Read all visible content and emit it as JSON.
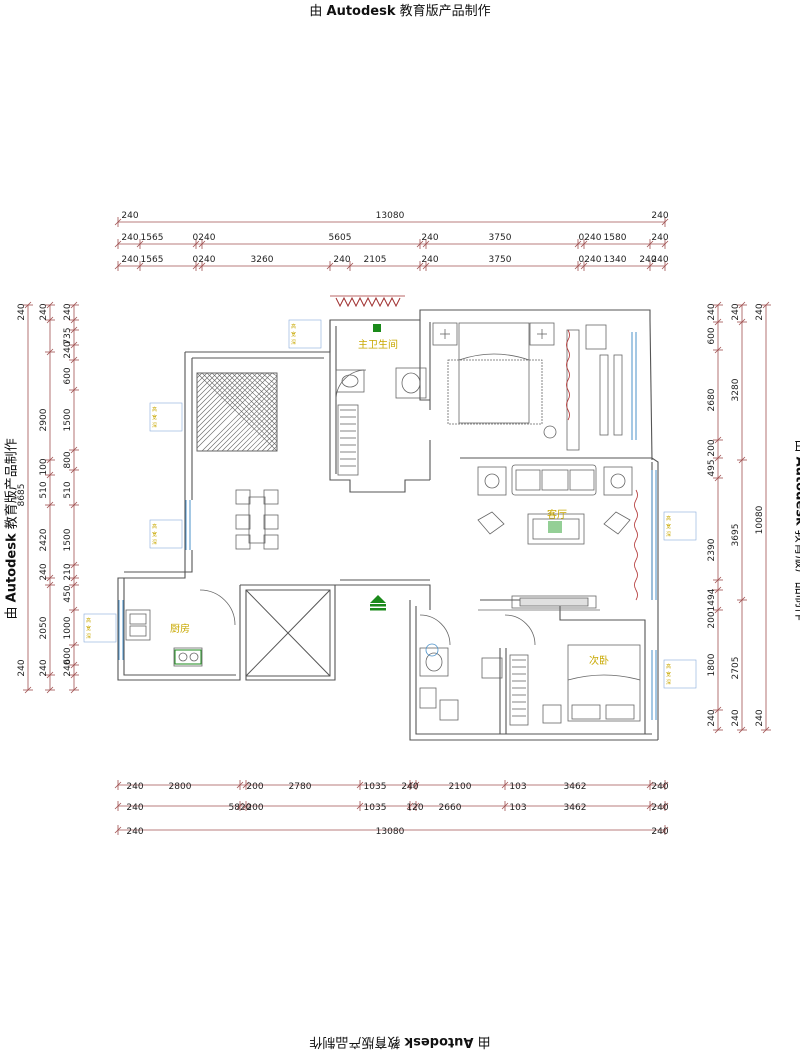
{
  "watermark": {
    "prefix": "由",
    "brand": "Autodesk",
    "suffix": "教育版产品制作"
  },
  "rooms": {
    "master_bath": "主卫生间",
    "living": "客厅",
    "kitchen": "厨房",
    "second_bedroom": "次卧"
  },
  "dims_top": {
    "row1": [
      "240",
      "13080",
      "240"
    ],
    "row2": [
      "240",
      "1565",
      "0240",
      "5605",
      "240",
      "3750",
      "0240",
      "1580",
      "240"
    ],
    "row3": [
      "240",
      "1565",
      "0240",
      "3260",
      "240",
      "2105",
      "240",
      "3750",
      "0240",
      "1340",
      "240",
      "240"
    ]
  },
  "dims_bottom": {
    "row1": [
      "240",
      "2800",
      "200",
      "2780",
      "1035",
      "240",
      "2100",
      "103",
      "3462",
      "240"
    ],
    "row2": [
      "240",
      "5820",
      "200",
      "1035",
      "120",
      "2660",
      "103",
      "3462",
      "240"
    ],
    "row3": [
      "240",
      "13080",
      "240"
    ]
  },
  "dims_left": {
    "outer": [
      "240",
      "8685",
      "240"
    ],
    "mid": [
      "240",
      "2900",
      "100",
      "510",
      "2420",
      "240",
      "2050",
      "240"
    ],
    "inner": [
      "240",
      "735",
      "240",
      "600",
      "1500",
      "800",
      "510",
      "1500",
      "210",
      "450",
      "1000",
      "600",
      "240"
    ]
  },
  "dims_right": {
    "outer": [
      "240",
      "10080",
      "240"
    ],
    "mid": [
      "240",
      "3280",
      "3695",
      "2705",
      "240"
    ],
    "inner": [
      "240",
      "600",
      "2680",
      "200",
      "495",
      "2390",
      "1494",
      "200",
      "1800",
      "240"
    ]
  },
  "tags": {
    "lines": [
      "高",
      "宽",
      "深"
    ]
  }
}
